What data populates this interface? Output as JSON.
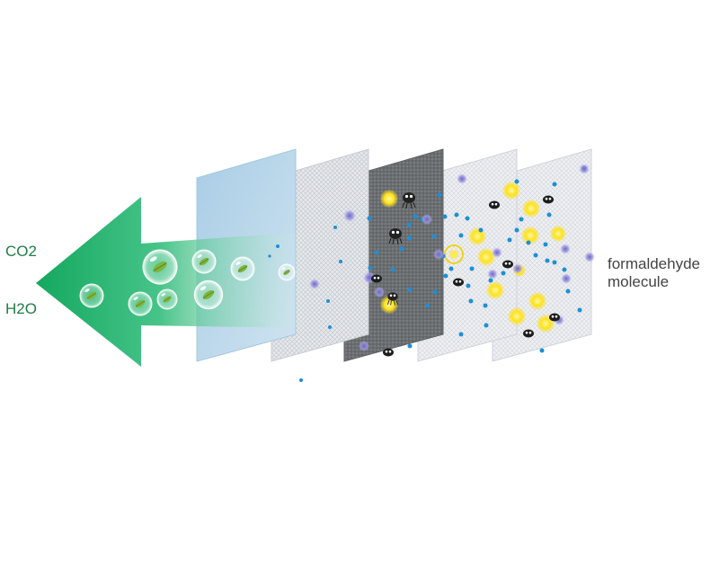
{
  "labels": {
    "left": [
      "CO2",
      "H2O"
    ],
    "right": [
      "formaldehyde",
      "molecule"
    ]
  },
  "colors": {
    "arrow_green": "#1fb06a",
    "hepa_blue": "#bcd8ea",
    "carbon_gray": "#6f7274",
    "pollutant_yellow": "#ffe21a",
    "ion_blue": "#1c8fd6",
    "particle_violet": "#8c84d8",
    "mite_black": "#222222",
    "label_green": "#1f7d46",
    "label_gray": "#444444"
  },
  "icons": [
    "green-arrow-icon",
    "bubble-leaf-icon",
    "dust-mite-icon",
    "bacteria-icon",
    "pollutant-particle-icon",
    "ion-dot-icon"
  ]
}
